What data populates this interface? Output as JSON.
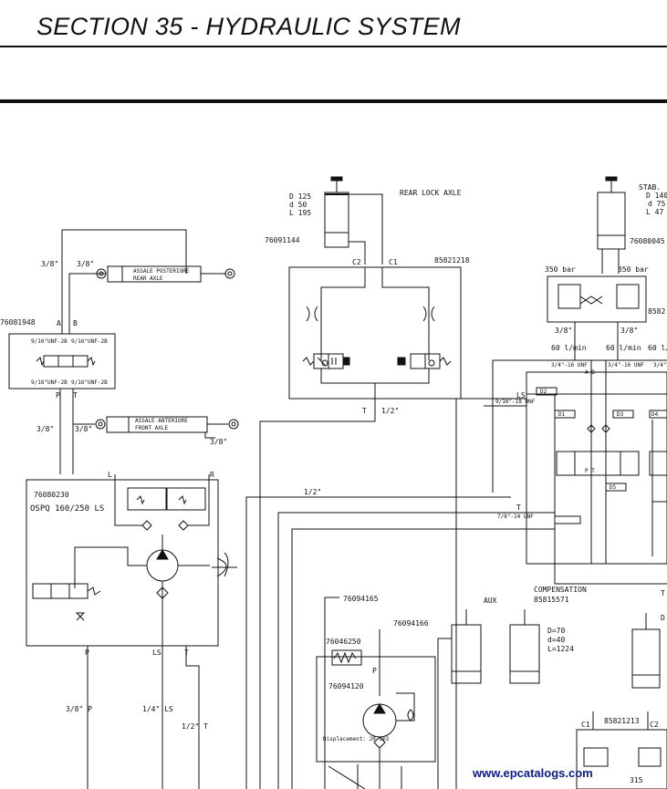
{
  "header": {
    "title": "SECTION 35 - HYDRAULIC SYSTEM"
  },
  "diagram": {
    "rear_lock_axle": {
      "title": "REAR LOCK AXLE",
      "cyl_specs": [
        "D 125",
        "d 50",
        "L 195"
      ],
      "cyl_part": "76091144",
      "valve_part": "85821218",
      "port_c2": "C2",
      "port_c1": "C1",
      "port_t": "T",
      "port_size": "1/2\""
    },
    "stab": {
      "title": "STAB.",
      "specs": [
        "D 140",
        "d 75",
        "L 47"
      ],
      "part": "76080045",
      "pressure_left": "350 bar",
      "pressure_right": "350 bar",
      "valve_part_partial": "8582",
      "size_left": "3/8\"",
      "size_right": "3/8\"",
      "flow_1": "60 l/min",
      "flow_2": "60 l/min",
      "flow_3": "60 l/",
      "unf_1": "3/4\"-16 UNF",
      "unf_2": "3/4\"-16 UNF",
      "unf_3": "3/4\"",
      "ab_label": "A B",
      "pt_label": "P T",
      "d_labels": [
        "D2",
        "D1",
        "D3",
        "D4",
        "D5"
      ],
      "unf_left": "9/16\"-18 UNF",
      "unf_bottom": "7/8\"-14 UNF",
      "ls_label": "LS",
      "t_label": "T"
    },
    "left_valve": {
      "part": "76081948",
      "port_a": "A",
      "port_b": "B",
      "port_p": "P",
      "port_t": "T",
      "unf_top": "9/16\"UNF-2B",
      "unf_bottom": "9/16\"UNF-2B",
      "size_1": "3/8\"",
      "size_2": "3/8\""
    },
    "rear_axle_cyl": {
      "label_it": "ASSALE POSTERIORE",
      "label_en": "REAR AXLE"
    },
    "front_axle_cyl": {
      "label_it": "ASSALE ANTERIORE",
      "label_en": "FRONT AXLE",
      "size_1": "3/8\"",
      "size_2": "3/8\"",
      "size_3": "3/8\""
    },
    "steering_unit": {
      "part": "76080230",
      "model": "OSPQ 160/250 LS",
      "port_l": "L",
      "port_r": "R",
      "port_p": "P",
      "port_ls": "LS",
      "port_t": "T"
    },
    "lines": {
      "half_inch": "1/2\"",
      "p_line": "3/8\" P",
      "ls_line": "1/4\" LS",
      "t_line": "1/2\" T"
    },
    "pump": {
      "part_1": "76094165",
      "part_2": "76094166",
      "filter_part": "76046250",
      "pump_part": "76094120",
      "port_p": "P",
      "displacement": "Displacement: 20 cm3"
    },
    "aux": {
      "label": "AUX"
    },
    "compensation": {
      "label": "COMPENSATION",
      "part": "85815571",
      "specs": [
        "D=70",
        "d=40",
        "L=1224"
      ]
    },
    "right_cyl": {
      "label_partial": "T",
      "spec_partial": "D"
    },
    "bottom_valve": {
      "part": "85821213",
      "port_c1": "C1",
      "port_c2": "C2",
      "size": "315"
    },
    "watermark": "www.epcatalogs.com"
  }
}
